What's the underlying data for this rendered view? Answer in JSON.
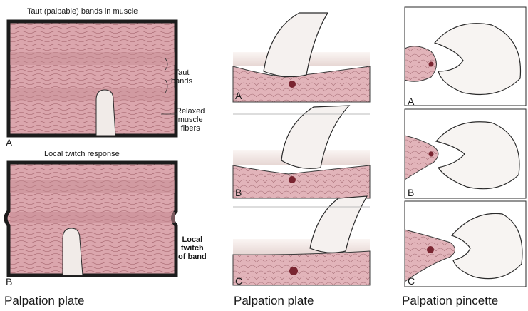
{
  "left": {
    "top_title": "Taut (palpable) bands in muscle",
    "label_taut": "Taut\nbands",
    "label_relaxed": "Relaxed\nmuscle\nfibers",
    "panel_a": "A",
    "mid_title": "Local twitch response",
    "label_local": "Local\ntwitch\nof band",
    "panel_b": "B",
    "caption": "Palpation plate"
  },
  "middle": {
    "panel_a": "A",
    "panel_b": "B",
    "panel_c": "C",
    "caption": "Palpation plate"
  },
  "right": {
    "panel_a": "A",
    "panel_b": "B",
    "panel_c": "C",
    "caption": "Palpation pincette"
  },
  "colors": {
    "muscle": "#d9a3aa",
    "muscle_dark": "#b87880",
    "skin": "#f4ecea",
    "frame": "#1c1c1c"
  }
}
